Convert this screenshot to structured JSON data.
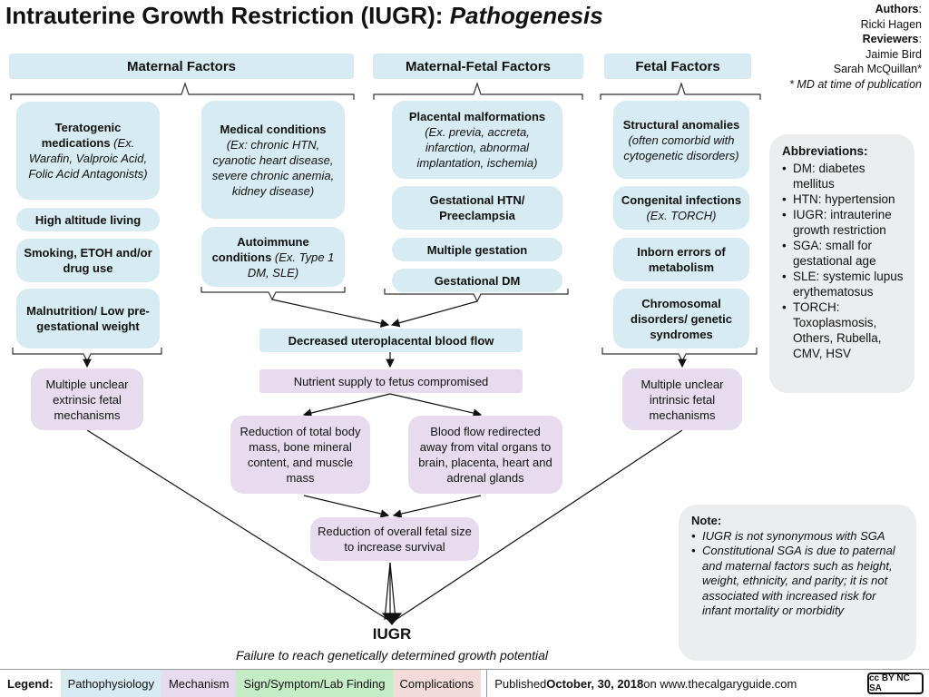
{
  "title": {
    "main": "Intrauterine Growth Restriction (IUGR): ",
    "italic": "Pathogenesis"
  },
  "authors": {
    "authors_label": "Authors",
    "author": "Ricki Hagen",
    "reviewers_label": "Reviewers",
    "reviewer1": "Jaimie Bird",
    "reviewer2": "Sarah McQuillan*",
    "note": "* MD at time of publication"
  },
  "headers": {
    "maternal": "Maternal Factors",
    "maternal_fetal": "Maternal-Fetal Factors",
    "fetal": "Fetal Factors"
  },
  "maternal": {
    "teratogenic_bold": "Teratogenic medications",
    "teratogenic_ital": " (Ex. Warafin, Valproic Acid, Folic Acid Antagonists)",
    "altitude": "High altitude living",
    "smoking": "Smoking, ETOH and/or drug use",
    "malnutrition": "Malnutrition/ Low pre-gestational weight",
    "medical_bold": "Medical conditions",
    "medical_ital": "(Ex: chronic HTN, cyanotic heart disease, severe chronic anemia, kidney disease)",
    "autoimmune_bold": "Autoimmune conditions",
    "autoimmune_ital": " (Ex. Type 1 DM, SLE)"
  },
  "maternal_fetal": {
    "placental_bold": "Placental malformations",
    "placental_ital": "(Ex. previa, accreta, infarction, abnormal implantation, ischemia)",
    "htn": "Gestational HTN/ Preeclampsia",
    "multiple": "Multiple gestation",
    "dm": "Gestational DM"
  },
  "fetal": {
    "structural_bold": "Structural anomalies",
    "structural_ital": "(often comorbid with cytogenetic disorders)",
    "infections_bold": "Congenital infections",
    "infections_ital": "(Ex. TORCH)",
    "inborn": "Inborn errors of metabolism",
    "chromosomal": "Chromosomal disorders/ genetic syndromes"
  },
  "flow": {
    "extrinsic": "Multiple unclear extrinsic fetal mechanisms",
    "intrinsic": "Multiple unclear intrinsic fetal mechanisms",
    "blood_flow": "Decreased uteroplacental blood flow",
    "nutrient": "Nutrient supply to fetus compromised",
    "reduction_mass": "Reduction of total body mass, bone mineral content, and muscle mass",
    "redirect": "Blood flow redirected away from vital organs to brain, placenta, heart and adrenal glands",
    "reduction_size": "Reduction of overall fetal size to increase survival",
    "iugr": "IUGR",
    "iugr_def": "Failure to reach genetically determined growth potential"
  },
  "abbreviations": {
    "title": "Abbreviations:",
    "items": [
      "DM: diabetes mellitus",
      "HTN: hypertension",
      "IUGR: intrauterine growth restriction",
      "SGA: small for gestational age",
      "SLE: systemic lupus erythematosus",
      "TORCH: Toxoplasmosis, Others, Rubella, CMV, HSV"
    ]
  },
  "note": {
    "title": "Note:",
    "items": [
      "IUGR is not synonymous with SGA",
      "Constitutional SGA is due to paternal and maternal factors such as height, weight, ethnicity, and parity; it is not associated with increased risk for infant mortality or morbidity"
    ]
  },
  "legend": {
    "label": "Legend:",
    "pathophysiology": "Pathophysiology",
    "mechanism": "Mechanism",
    "sign": "Sign/Symptom/Lab Finding",
    "complications": "Complications",
    "published_pre": "Published ",
    "published_date": "October, 30, 2018",
    "published_post": " on www.thecalgaryguide.com",
    "license": "cc BY NC SA"
  },
  "colors": {
    "pathophysiology": "#d7ebf2",
    "mechanism": "#e6dcee",
    "sign": "#c6ecc6",
    "complications": "#f2dbd9",
    "panel": "#ecedee"
  }
}
